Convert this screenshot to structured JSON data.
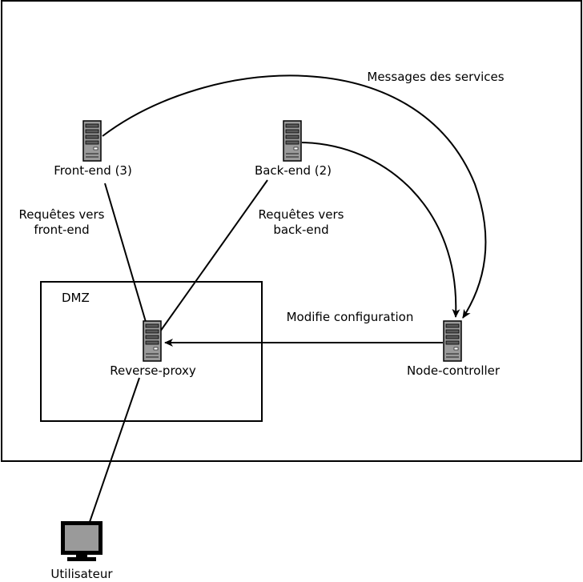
{
  "nodes": {
    "front_end": "Front-end (3)",
    "back_end": "Back-end (2)",
    "reverse_proxy": "Reverse-proxy",
    "node_controller": "Node-controller",
    "user": "Utilisateur"
  },
  "zones": {
    "dmz": "DMZ"
  },
  "edges": {
    "to_front_line1": "Requêtes vers",
    "to_front_line2": "front-end",
    "to_back_line1": "Requêtes vers",
    "to_back_line2": "back-end",
    "modify_config": "Modifie configuration",
    "service_messages": "Messages des services"
  }
}
